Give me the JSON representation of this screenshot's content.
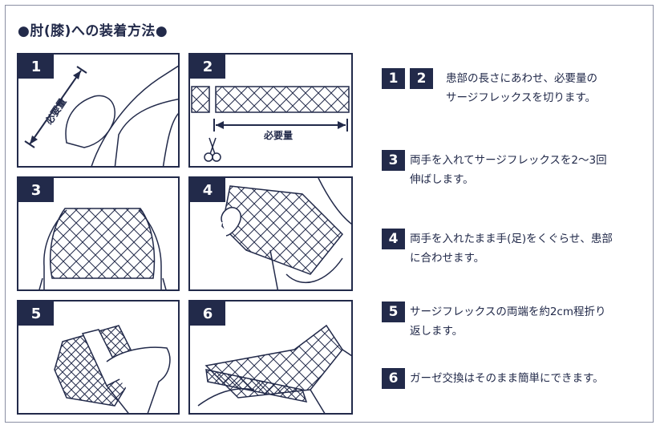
{
  "title": "●肘(膝)への装着方法●",
  "panels": [
    {
      "number": "1",
      "measure_label": "必要量"
    },
    {
      "number": "2",
      "measure_label": "必要量",
      "icon": "scissors-icon"
    },
    {
      "number": "3"
    },
    {
      "number": "4"
    },
    {
      "number": "5"
    },
    {
      "number": "6"
    }
  ],
  "steps": [
    {
      "badges": [
        "1",
        "2"
      ],
      "lines": [
        "患部の長さにあわせ、必要量の",
        "サージフレックスを切ります。"
      ]
    },
    {
      "badges": [
        "3"
      ],
      "lines": [
        "両手を入れてサージフレックスを2〜3回",
        "伸ばします。"
      ]
    },
    {
      "badges": [
        "4"
      ],
      "lines": [
        "両手を入れたまま手(足)をくぐらせ、患部",
        "に合わせます。"
      ]
    },
    {
      "badges": [
        "5"
      ],
      "lines": [
        "サージフレックスの両端を約2cm程折り",
        "返します。"
      ]
    },
    {
      "badges": [
        "6"
      ],
      "lines": [
        "ガーゼ交換はそのまま簡単にできます。"
      ]
    }
  ],
  "colors": {
    "navy": "#222a4a",
    "border": "#8a8fa3"
  }
}
